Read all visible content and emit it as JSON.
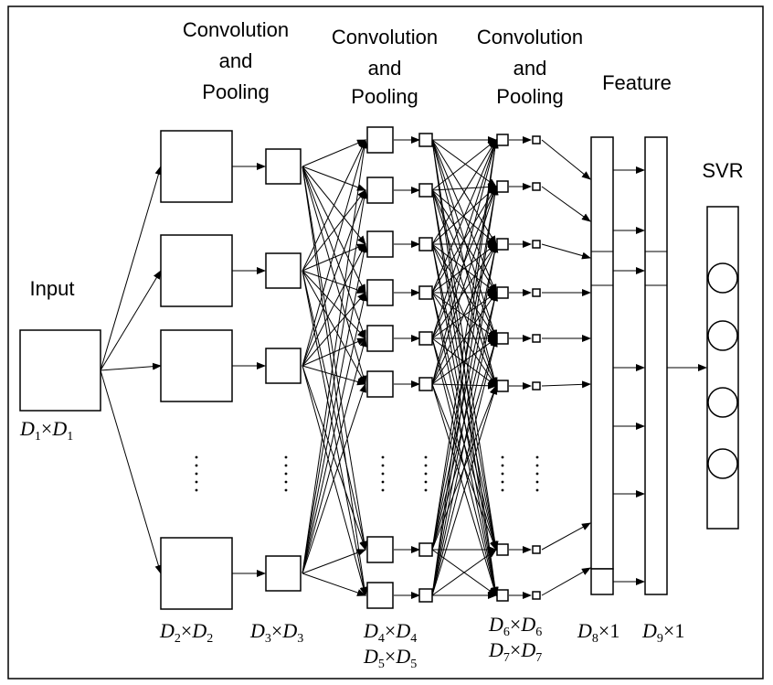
{
  "headers": {
    "conv1": [
      "Convolution",
      "and",
      "Pooling"
    ],
    "conv2": [
      "Convolution",
      "and",
      "Pooling"
    ],
    "conv3": [
      "Convolution",
      "and",
      "Pooling"
    ],
    "feature": "Feature",
    "svr": "SVR",
    "input": "Input"
  },
  "dims": {
    "d1": {
      "a": "D",
      "as": "1",
      "op": "×",
      "b": "D",
      "bs": "1"
    },
    "d2": {
      "a": "D",
      "as": "2",
      "op": "×",
      "b": "D",
      "bs": "2"
    },
    "d3": {
      "a": "D",
      "as": "3",
      "op": "×",
      "b": "D",
      "bs": "3"
    },
    "d4": {
      "a": "D",
      "as": "4",
      "op": "×",
      "b": "D",
      "bs": "4"
    },
    "d5": {
      "a": "D",
      "as": "5",
      "op": "×",
      "b": "D",
      "bs": "5"
    },
    "d6": {
      "a": "D",
      "as": "6",
      "op": "×",
      "b": "D",
      "bs": "6"
    },
    "d7": {
      "a": "D",
      "as": "7",
      "op": "×",
      "b": "D",
      "bs": "7"
    },
    "d8": {
      "a": "D",
      "as": "8",
      "op": "×",
      "b": "1",
      "bs": ""
    },
    "d9": {
      "a": "D",
      "as": "9",
      "op": "×",
      "b": "1",
      "bs": ""
    }
  },
  "colors": {
    "stroke": "#000000",
    "background": "#ffffff"
  }
}
